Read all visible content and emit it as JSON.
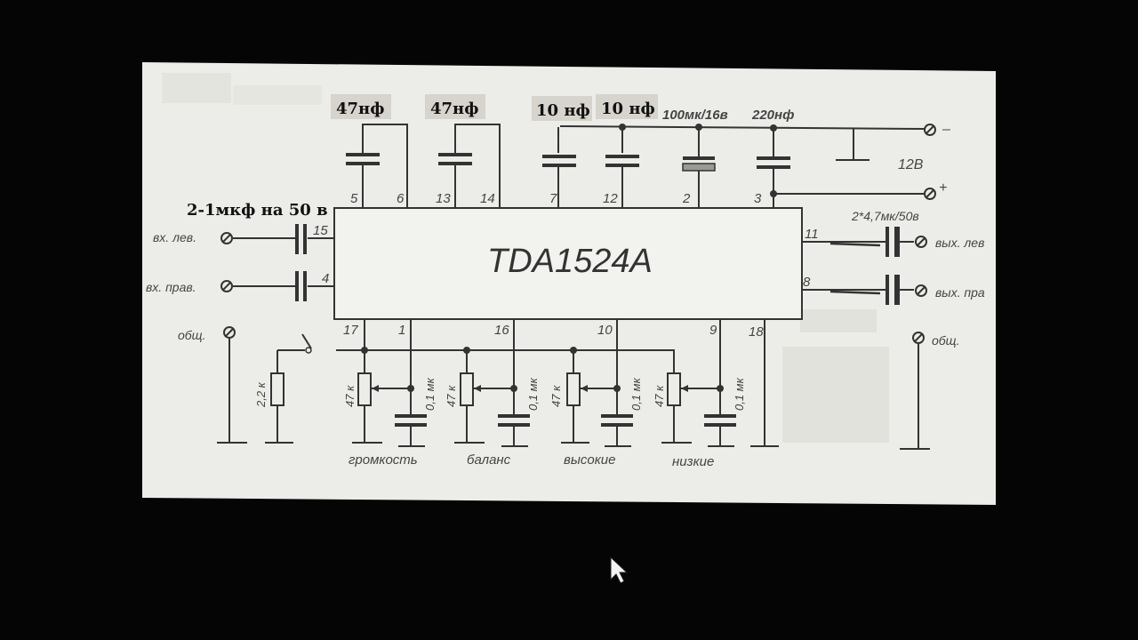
{
  "chip": {
    "name": "TDA1524A"
  },
  "annotations": {
    "c_pin5_6": "47нф",
    "c_pin13_14": "47нф",
    "c_pin7": "10 нф",
    "c_pin12": "10 нф",
    "c_pin2": "100мк/16в",
    "c_pin3": "220нф",
    "c_input": "2-1мкф на 50 в",
    "c_output": "2*4,7мк/50в",
    "supply": "12В",
    "minus": "–",
    "plus": "+"
  },
  "pins": {
    "p5": "5",
    "p6": "6",
    "p13": "13",
    "p14": "14",
    "p7": "7",
    "p12": "12",
    "p2": "2",
    "p3": "3",
    "p15": "15",
    "p4": "4",
    "p11": "11",
    "p8": "8",
    "p17": "17",
    "p1": "1",
    "p16": "16",
    "p10": "10",
    "p9": "9",
    "p18": "18"
  },
  "io": {
    "in_left": "вх. лев.",
    "in_right": "вх. прав.",
    "common_left": "общ.",
    "out_left": "вых. лев",
    "out_right": "вых. пра",
    "common_right": "общ."
  },
  "components": {
    "r_22k": "2,2 к",
    "r_47k": "47 к",
    "c_01": "0,1 мк"
  },
  "controls": {
    "volume": "громкость",
    "balance": "баланс",
    "treble": "высокие",
    "bass": "низкие"
  },
  "colors": {
    "background": "#050505",
    "screen": "#ecede8",
    "ink": "#333333",
    "note_bg": "#d6d4cc"
  },
  "cursor": "mouse-pointer-icon"
}
